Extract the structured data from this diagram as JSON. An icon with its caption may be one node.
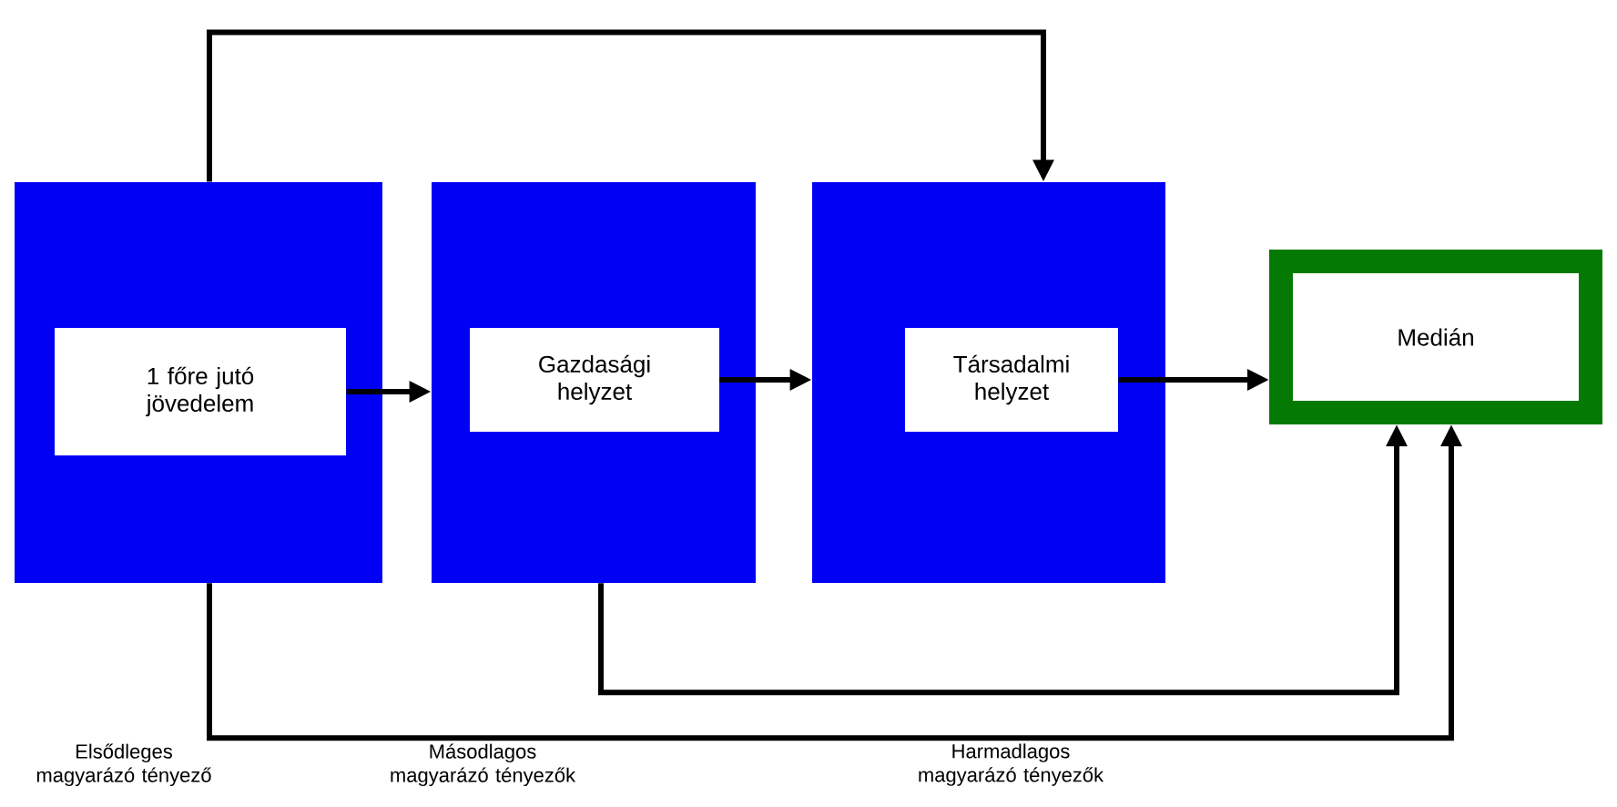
{
  "diagram": {
    "nodes": [
      {
        "text": [],
        "shape": "box"
      },
      {
        "text": [
          "1 főre jutó jövedelem"
        ],
        "in": 0
      },
      {
        "text": [],
        "shape": "box"
      },
      {
        "text": [
          "Gazdasági helyzet"
        ],
        "in": 2
      },
      {
        "text": [],
        "shape": "box"
      },
      {
        "text": [
          "Társadalmi helyzet"
        ],
        "in": 4
      },
      {
        "text": [
          "Medián"
        ]
      }
    ],
    "edges": [
      {
        "from": 1,
        "to": 2,
        "arrow": "to"
      },
      {
        "from": 3,
        "to": 4,
        "arrow": "to"
      },
      {
        "from": 5,
        "to": 6,
        "arrow": "to"
      },
      {
        "from": 0,
        "to": 4,
        "arrow": "to"
      },
      {
        "from": 2,
        "to": 6,
        "arrow": "to"
      },
      {
        "from": 0,
        "to": 6,
        "arrow": "to"
      }
    ],
    "labels": [
      "Elsődleges magyarázó tényező",
      "Másodlagos magyarázó tényezők",
      "Harmadlagos magyarázó tényezők"
    ]
  }
}
